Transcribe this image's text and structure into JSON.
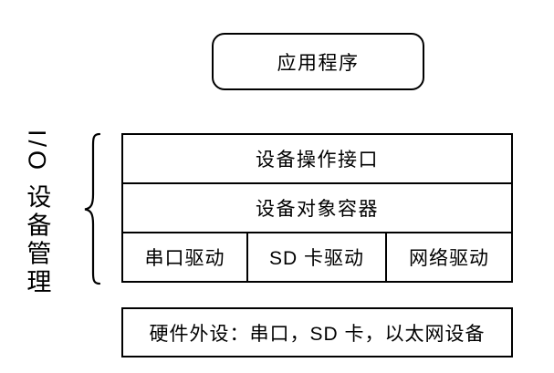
{
  "diagram": {
    "app_box": {
      "label": "应用程序"
    },
    "side_label": {
      "text": "I/O 设备管理"
    },
    "stack": {
      "rows": [
        {
          "label": "设备操作接口"
        },
        {
          "label": "设备对象容器"
        }
      ],
      "drivers": [
        {
          "label": "串口驱动"
        },
        {
          "label": "SD 卡驱动"
        },
        {
          "label": "网络驱动"
        }
      ]
    },
    "hardware_box": {
      "label": "硬件外设：串口，SD 卡，以太网设备"
    },
    "colors": {
      "border": "#000000",
      "text": "#000000",
      "background": "#ffffff"
    }
  }
}
